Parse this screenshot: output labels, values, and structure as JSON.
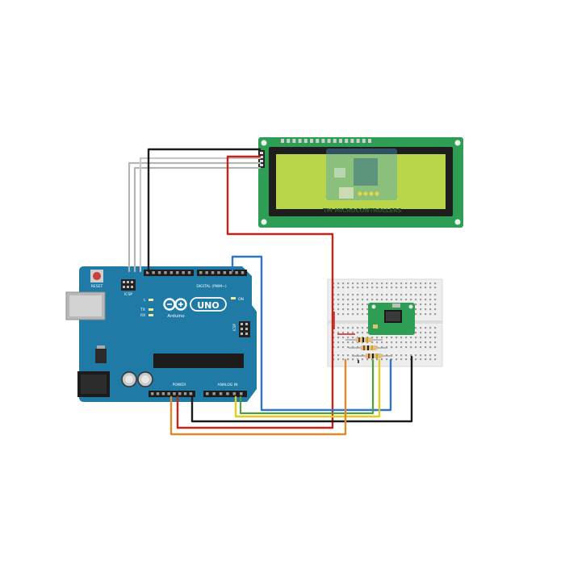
{
  "lcd": {
    "label": "TM MICROCONTROLLERS"
  },
  "arduino": {
    "logo_text": "UNO",
    "brand_text": "Arduino",
    "digital_header_label": "DIGITAL (PWM~)",
    "power_header_label": "POWER",
    "analog_header_label": "ANALOG IN",
    "reset_label": "RESET",
    "icsp_label": "ICSP",
    "icsp2_label": "ICSP",
    "led_l_label": "L",
    "led_tx_label": "TX",
    "led_rx_label": "RX",
    "led_on_label": "ON"
  },
  "colors": {
    "board_blue": "#1f7aa6",
    "lcd_board_green": "#2f9e55",
    "lcd_screen": "#b9d64a",
    "wire_black": "#1a1a1a",
    "wire_red": "#c8231b",
    "wire_blue": "#2f74c7",
    "wire_gray": "#b5b5b5",
    "wire_yellow": "#e3cc1c",
    "wire_green": "#4fa03a",
    "wire_orange": "#e08a2a"
  }
}
